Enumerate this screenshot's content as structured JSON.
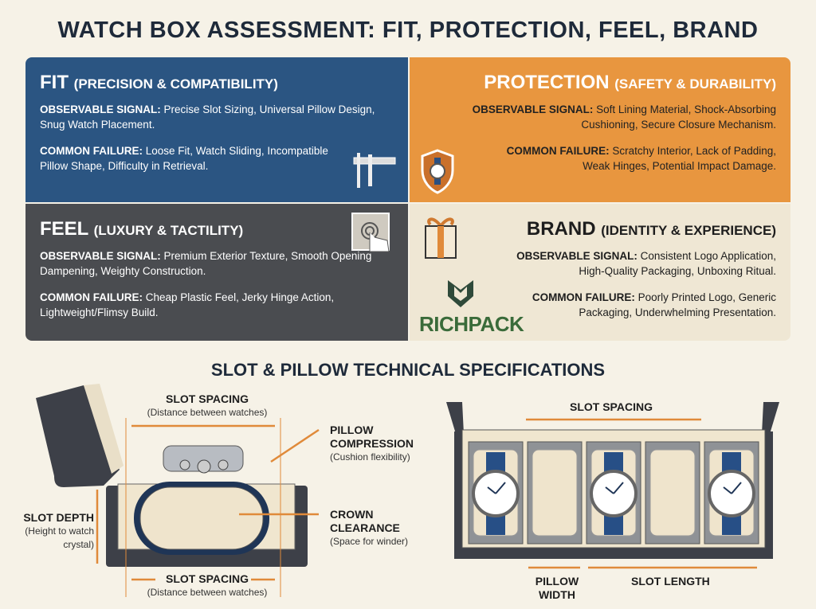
{
  "title": "WATCH BOX ASSESSMENT: FIT, PROTECTION, FEEL, BRAND",
  "panels": {
    "fit": {
      "title": "FIT",
      "subtitle": "(PRECISION & COMPATIBILITY)",
      "signal_label": "OBSERVABLE SIGNAL:",
      "signal": "Precise Slot Sizing, Universal Pillow Design, Snug Watch Placement.",
      "failure_label": "COMMON FAILURE:",
      "failure": "Loose Fit, Watch Sliding, Incompatible Pillow Shape, Difficulty in Retrieval.",
      "icon": "caliper-icon",
      "color": "#2b5582"
    },
    "protection": {
      "title": "PROTECTION",
      "subtitle": "(SAFETY & DURABILITY)",
      "signal_label": "OBSERVABLE SIGNAL:",
      "signal": "Soft Lining Material, Shock-Absorbing Cushioning, Secure Closure Mechanism.",
      "failure_label": "COMMON FAILURE:",
      "failure": "Scratchy Interior, Lack of Padding, Weak Hinges, Potential Impact Damage.",
      "icon": "shield-watch-icon",
      "color": "#e8963f"
    },
    "feel": {
      "title": "FEEL",
      "subtitle": "(LUXURY & TACTILITY)",
      "signal_label": "OBSERVABLE SIGNAL:",
      "signal": "Premium Exterior Texture, Smooth Opening Dampening, Weighty Construction.",
      "failure_label": "COMMON FAILURE:",
      "failure": "Cheap Plastic Feel, Jerky Hinge Action, Lightweight/Flimsy Build.",
      "icon": "touch-texture-icon",
      "color": "#4a4c50"
    },
    "brand": {
      "title": "BRAND",
      "subtitle": "(IDENTITY & EXPERIENCE)",
      "signal_label": "OBSERVABLE SIGNAL:",
      "signal": "Consistent Logo Application, High-Quality Packaging, Unboxing Ritual.",
      "failure_label": "COMMON FAILURE:",
      "failure": "Poorly Printed Logo, Generic Packaging, Underwhelming Presentation.",
      "icon": "gift-box-icon",
      "logo": "RICHPACK",
      "color": "#efe7d4"
    }
  },
  "section_title": "SLOT & PILLOW TECHNICAL SPECIFICATIONS",
  "side_view": {
    "slot_spacing_top": "SLOT SPACING",
    "slot_spacing_top_sub": "(Distance between watches)",
    "pillow_compression": "PILLOW COMPRESSION",
    "pillow_compression_sub": "(Cushion flexibility)",
    "slot_depth": "SLOT DEPTH",
    "slot_depth_sub": "(Height to watch crystal)",
    "crown_clearance": "CROWN CLEARANCE",
    "crown_clearance_sub": "(Space for winder)",
    "slot_spacing_bottom": "SLOT SPACING",
    "slot_spacing_bottom_sub": "(Distance between watches)"
  },
  "top_view": {
    "slot_spacing": "SLOT SPACING",
    "pillow_width": "PILLOW WIDTH",
    "slot_length": "SLOT LENGTH"
  },
  "colors": {
    "accent": "#e08a3a",
    "dark": "#3d4048",
    "strap": "#274f86",
    "cream": "#f0e6cf"
  }
}
